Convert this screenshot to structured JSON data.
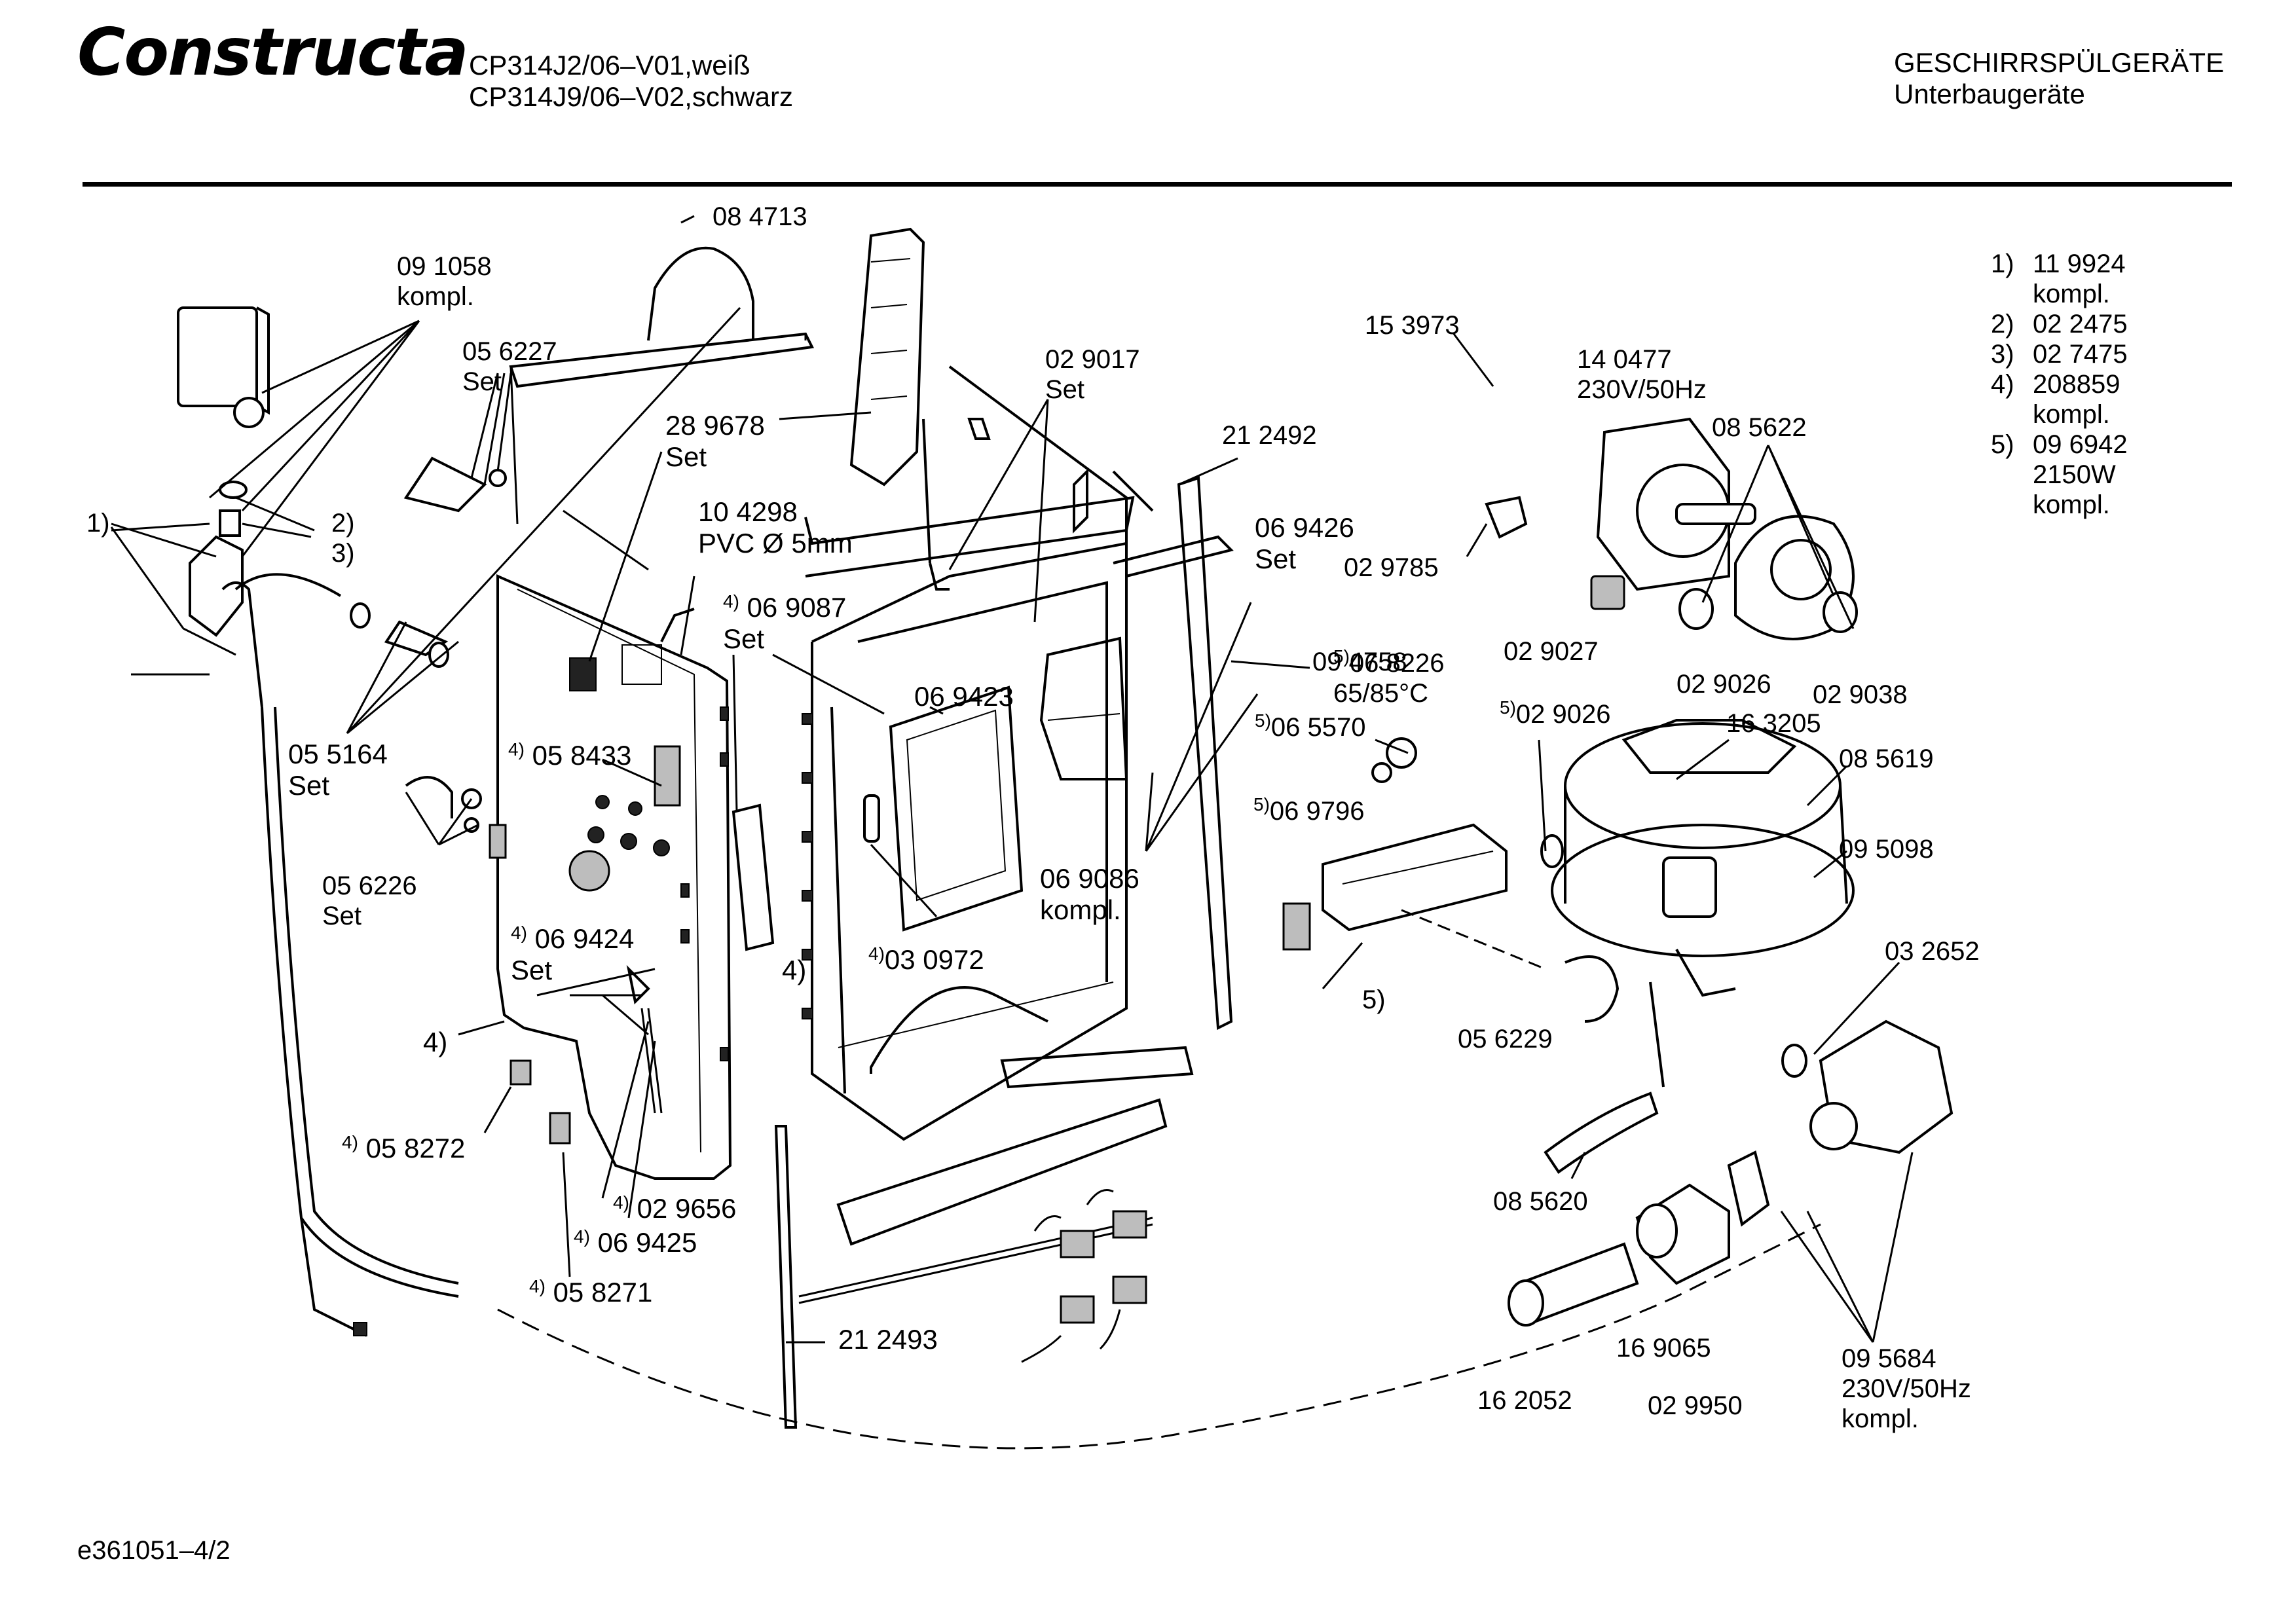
{
  "header": {
    "brand": "Constructa",
    "model_line_1": "CP314J2/06–V01,weiß",
    "model_line_2": "CP314J9/06–V02,schwarz",
    "category_line_1": "GESCHIRRSPÜLGERÄTE",
    "category_line_2": "Unterbaugeräte"
  },
  "footnotes": [
    {
      "num": "1)",
      "code": "11 9924",
      "extra": [
        "kompl."
      ]
    },
    {
      "num": "2)",
      "code": "02 2475",
      "extra": []
    },
    {
      "num": "3)",
      "code": "02 7475",
      "extra": []
    },
    {
      "num": "4)",
      "code": "208859",
      "extra": [
        "kompl."
      ]
    },
    {
      "num": "5)",
      "code": "09 6942",
      "extra": [
        "2150W",
        "kompl."
      ]
    }
  ],
  "footer": {
    "doc_id": "e361051–4/2"
  },
  "callouts": {
    "c_091058": {
      "code": "09 1058",
      "sub": "kompl."
    },
    "c_084713": {
      "code": "08 4713"
    },
    "c_056227": {
      "code": "05 6227",
      "sub": "Set"
    },
    "c_289678": {
      "code": "28 9678",
      "sub": "Set"
    },
    "c_104298": {
      "code": "10 4298",
      "sub": "PVC Ø 5mm"
    },
    "c_ref1": {
      "code": "1)"
    },
    "c_ref2": {
      "code": "2)"
    },
    "c_ref3": {
      "code": "3)"
    },
    "c_055164": {
      "code": "05 5164",
      "sub": "Set"
    },
    "c_058433": {
      "sup": "4)",
      "code": "05 8433"
    },
    "c_056226": {
      "code": "05 6226",
      "sub": "Set"
    },
    "c_069424": {
      "sup": "4)",
      "code": "06 9424",
      "sub": "Set"
    },
    "c_ref4a": {
      "code": "4)"
    },
    "c_058272": {
      "sup": "4)",
      "code": "05 8272"
    },
    "c_029656": {
      "sup": "4)",
      "code": "02 9656"
    },
    "c_069425": {
      "sup": "4)",
      "code": "06 9425"
    },
    "c_058271": {
      "sup": "4)",
      "code": "05 8271"
    },
    "c_069087": {
      "sup": "4)",
      "code": "06 9087",
      "sub": "Set"
    },
    "c_029017": {
      "code": "02 9017",
      "sub": "Set"
    },
    "c_069423": {
      "code": "06 9423"
    },
    "c_ref4b": {
      "code": "4)"
    },
    "c_030972": {
      "sup": "4)",
      "code": "03 0972"
    },
    "c_069086": {
      "code": "06 9086",
      "sub": "kompl."
    },
    "c_212493": {
      "code": "21 2493"
    },
    "c_212492": {
      "code": "21 2492"
    },
    "c_069426": {
      "code": "06 9426",
      "sub": "Set"
    },
    "c_153973": {
      "code": "15 3973"
    },
    "c_140477": {
      "code": "14 0477",
      "sub": "230V/50Hz"
    },
    "c_085622": {
      "code": "08 5622"
    },
    "c_029785": {
      "code": "02 9785"
    },
    "c_094758": {
      "code": "09 4758"
    },
    "c_029027": {
      "code": "02 9027"
    },
    "c_029026a": {
      "code": "02 9026"
    },
    "c_029038": {
      "code": "02 9038"
    },
    "c_068226": {
      "sup": "5)",
      "code": "06 8226",
      "sub": "65/85°C"
    },
    "c_065570": {
      "sup": "5)",
      "code": "06 5570"
    },
    "c_029026b": {
      "sup": "5)",
      "code": "02 9026"
    },
    "c_163205": {
      "code": "16 3205"
    },
    "c_085619": {
      "code": "08 5619"
    },
    "c_069796": {
      "sup": "5)",
      "code": "06 9796"
    },
    "c_095098": {
      "code": "09 5098"
    },
    "c_ref5": {
      "code": "5)"
    },
    "c_056229": {
      "code": "05 6229"
    },
    "c_032652": {
      "code": "03 2652"
    },
    "c_085620": {
      "code": "08 5620"
    },
    "c_162052": {
      "code": "16 2052"
    },
    "c_169065": {
      "code": "16 9065"
    },
    "c_029950": {
      "code": "02 9950"
    },
    "c_095684": {
      "code": "09 5684",
      "sub": "230V/50Hz",
      "sub2": "kompl."
    }
  }
}
